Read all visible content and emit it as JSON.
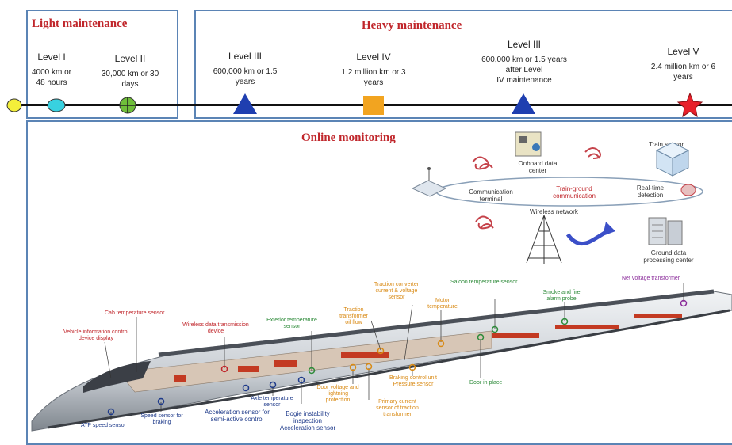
{
  "light": {
    "title": "Light maintenance",
    "levels": [
      {
        "level": "Level I",
        "desc1": "4000 km or",
        "desc2": "48 hours"
      },
      {
        "level": "Level II",
        "desc1": "30,000 km or 30",
        "desc2": "days"
      }
    ]
  },
  "heavy": {
    "title": "Heavy maintenance",
    "levels": [
      {
        "level": "Level III",
        "desc1": "600,000 km or 1.5",
        "desc2": "years",
        "desc3": ""
      },
      {
        "level": "Level IV",
        "desc1": "1.2 million km or 3",
        "desc2": "years",
        "desc3": ""
      },
      {
        "level": "Level III",
        "desc1": "600,000 km or 1.5 years",
        "desc2": "after Level",
        "desc3": "IV maintenance"
      },
      {
        "level": "Level V",
        "desc1": "2.4 million km or 6",
        "desc2": "years",
        "desc3": ""
      }
    ]
  },
  "online": {
    "title": "Online monitoring",
    "network": {
      "onboard": "Onboard data center",
      "train_sensor": "Train sensor",
      "comm_terminal": "Communication terminal",
      "train_ground": "Train-ground communication",
      "realtime": "Real-time detection",
      "wireless": "Wireless network",
      "ground_center": "Ground data processing center"
    },
    "sensors": {
      "cab_temp": "Cab temperature sensor",
      "vehicle_info": "Vehicle information control device display",
      "wireless_trans": "Wireless data transmission device",
      "exterior_temp": "Exterior temperature sensor",
      "traction_transformer": "Traction transformer oil flow",
      "traction_converter": "Traction converter current & voltage sensor",
      "motor_temp": "Motor temperature",
      "saloon_temp": "Saloon temperature sensor",
      "smoke_fire": "Smoke and fire alarm probe",
      "net_voltage": "Net voltage transformer",
      "axle_temp": "Axle temperature sensor",
      "atp_speed": "ATP speed sensor",
      "speed_braking": "Speed sensor for braking",
      "accel_semi": "Acceleration sensor for semi-active control",
      "bogie": "Bogie instability inspection Acceleration sensor",
      "door_voltage": "Door voltage and lightning protection",
      "braking_control": "Braking control unit Pressure sensor",
      "primary_current": "Primary current sensor of traction transformer",
      "door_in_place": "Door in place"
    }
  },
  "colors": {
    "border": "#5b84b5",
    "header": "#c0262b",
    "level3": "#1f3fb0",
    "level4": "#f2a420",
    "level5": "#e8202a"
  }
}
